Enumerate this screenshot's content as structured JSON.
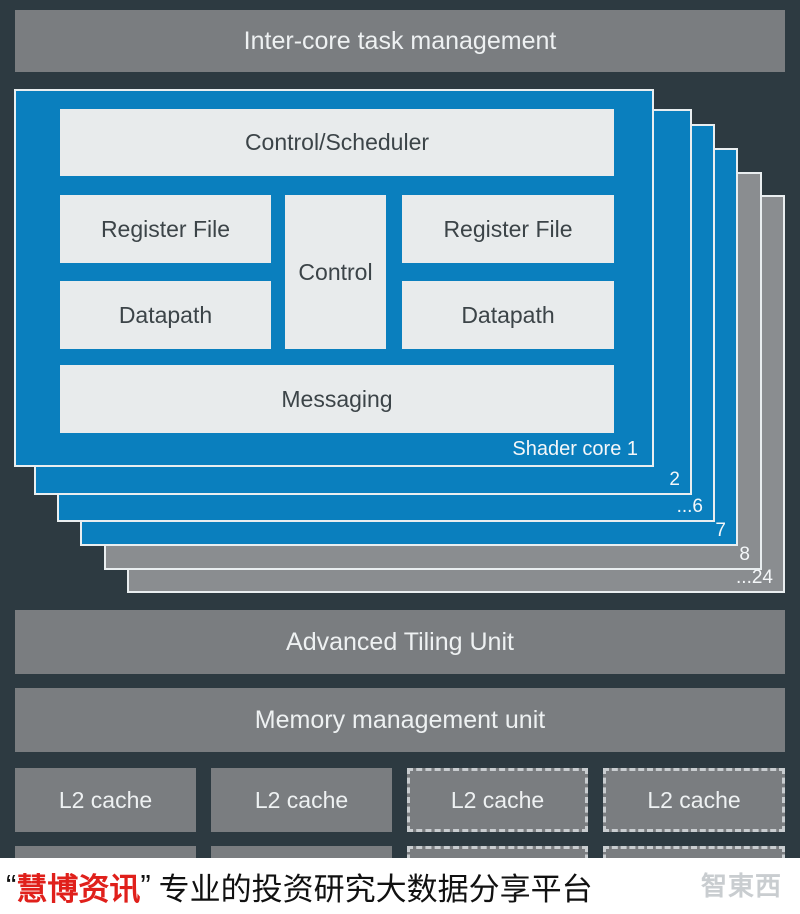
{
  "top_bar": "Inter-core task management",
  "shader_core": {
    "control_scheduler": "Control/Scheduler",
    "register_file_left": "Register File",
    "register_file_right": "Register File",
    "control": "Control",
    "datapath_left": "Datapath",
    "datapath_right": "Datapath",
    "messaging": "Messaging",
    "label": "Shader core 1"
  },
  "stack_labels": [
    "2",
    "...6",
    "7",
    "8",
    "...24"
  ],
  "tiling_unit": "Advanced Tiling Unit",
  "mmu": "Memory management unit",
  "l2_caches": [
    "L2 cache",
    "L2 cache",
    "L2 cache",
    "L2 cache"
  ],
  "footer": {
    "open_quote": "“",
    "brand": "慧博资讯",
    "close_quote": "”",
    "tagline": "专业的投资研究大数据分享平台"
  },
  "watermark": "智東西"
}
